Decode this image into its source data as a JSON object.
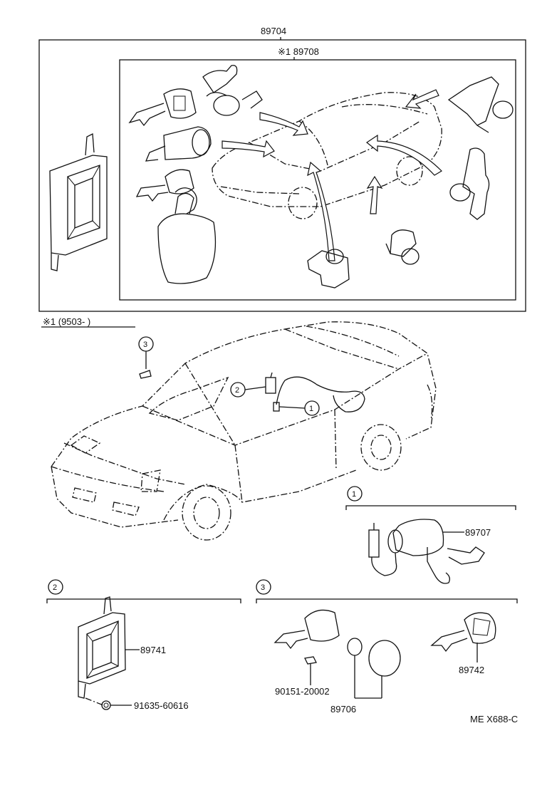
{
  "top_part_number": "89704",
  "inner_box_label": "※1  89708",
  "footnote": "※1  (9503-        )",
  "callouts": {
    "c1": "1",
    "c2": "2",
    "c3": "3"
  },
  "detail_1": {
    "index": "1",
    "part": "89707"
  },
  "detail_2": {
    "index": "2",
    "part_ecu": "89741",
    "part_bolt": "91635-60616"
  },
  "detail_3": {
    "index": "3",
    "part_screw": "90151-20002",
    "part_set": "89706",
    "part_key": "89742"
  },
  "diagram_code": "ME  X688-C"
}
